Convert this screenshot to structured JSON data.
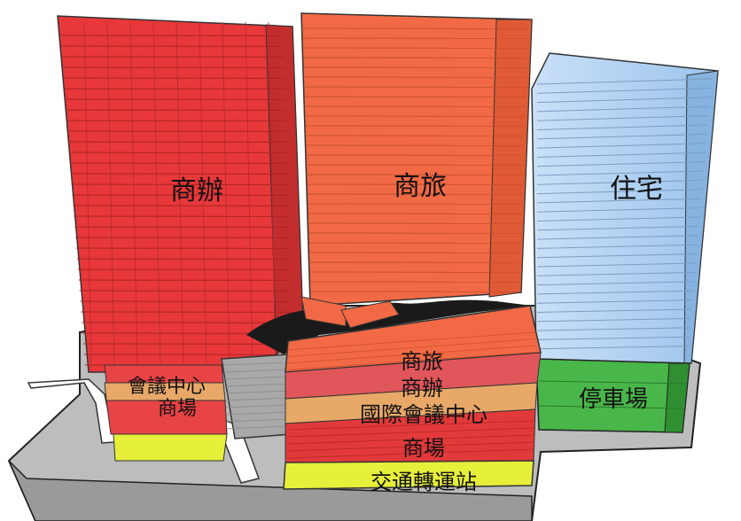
{
  "diagram": {
    "labels": {
      "office_tower": "商辦",
      "hotel_tower": "商旅",
      "residential_tower": "住宅",
      "parking": "停車場",
      "left_convention": "會議中心",
      "left_mall": "商場",
      "podium_hotel": "商旅",
      "podium_office": "商辦",
      "podium_convention": "國際會議中心",
      "podium_mall": "商場",
      "podium_transit": "交通轉運站"
    },
    "colors": {
      "office": "#e8383a",
      "hotel": "#f26a45",
      "residential": "#a9cdf0",
      "parking": "#3aaa3a",
      "convention": "#e8a868",
      "mall": "#e23a3a",
      "transit": "#e6ef3a",
      "ground": "#bdbdbd",
      "grey_block": "#a8a8a8"
    }
  }
}
